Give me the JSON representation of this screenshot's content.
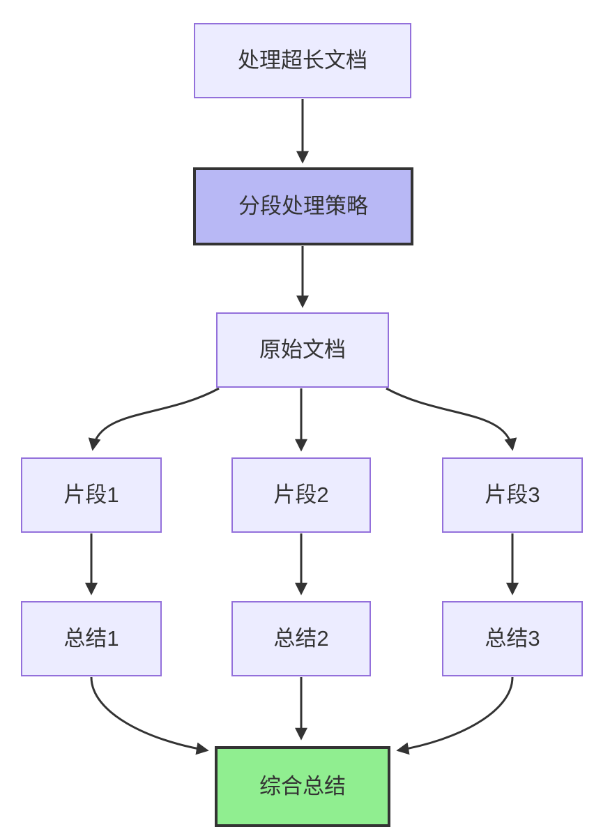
{
  "diagram": {
    "type": "flowchart",
    "direction": "top-down",
    "nodes": [
      {
        "id": "A",
        "label": "处理超长文档",
        "style": "default"
      },
      {
        "id": "B",
        "label": "分段处理策略",
        "style": "highlight-purple"
      },
      {
        "id": "C",
        "label": "原始文档",
        "style": "default"
      },
      {
        "id": "D1",
        "label": "片段1",
        "style": "default"
      },
      {
        "id": "D2",
        "label": "片段2",
        "style": "default"
      },
      {
        "id": "D3",
        "label": "片段3",
        "style": "default"
      },
      {
        "id": "E1",
        "label": "总结1",
        "style": "default"
      },
      {
        "id": "E2",
        "label": "总结2",
        "style": "default"
      },
      {
        "id": "E3",
        "label": "总结3",
        "style": "default"
      },
      {
        "id": "F",
        "label": "综合总结",
        "style": "highlight-green"
      }
    ],
    "edges": [
      {
        "from": "A",
        "to": "B"
      },
      {
        "from": "B",
        "to": "C"
      },
      {
        "from": "C",
        "to": "D1"
      },
      {
        "from": "C",
        "to": "D2"
      },
      {
        "from": "C",
        "to": "D3"
      },
      {
        "from": "D1",
        "to": "E1"
      },
      {
        "from": "D2",
        "to": "E2"
      },
      {
        "from": "D3",
        "to": "E3"
      },
      {
        "from": "E1",
        "to": "F"
      },
      {
        "from": "E2",
        "to": "F"
      },
      {
        "from": "E3",
        "to": "F"
      }
    ],
    "colors": {
      "node_fill": "#ECECFF",
      "node_border": "#9370DB",
      "highlight_purple_fill": "#B8B8F5",
      "highlight_green_fill": "#90EE90",
      "highlight_border": "#333333",
      "edge_color": "#333333",
      "text_color": "#333333",
      "background": "#FFFFFF"
    }
  }
}
